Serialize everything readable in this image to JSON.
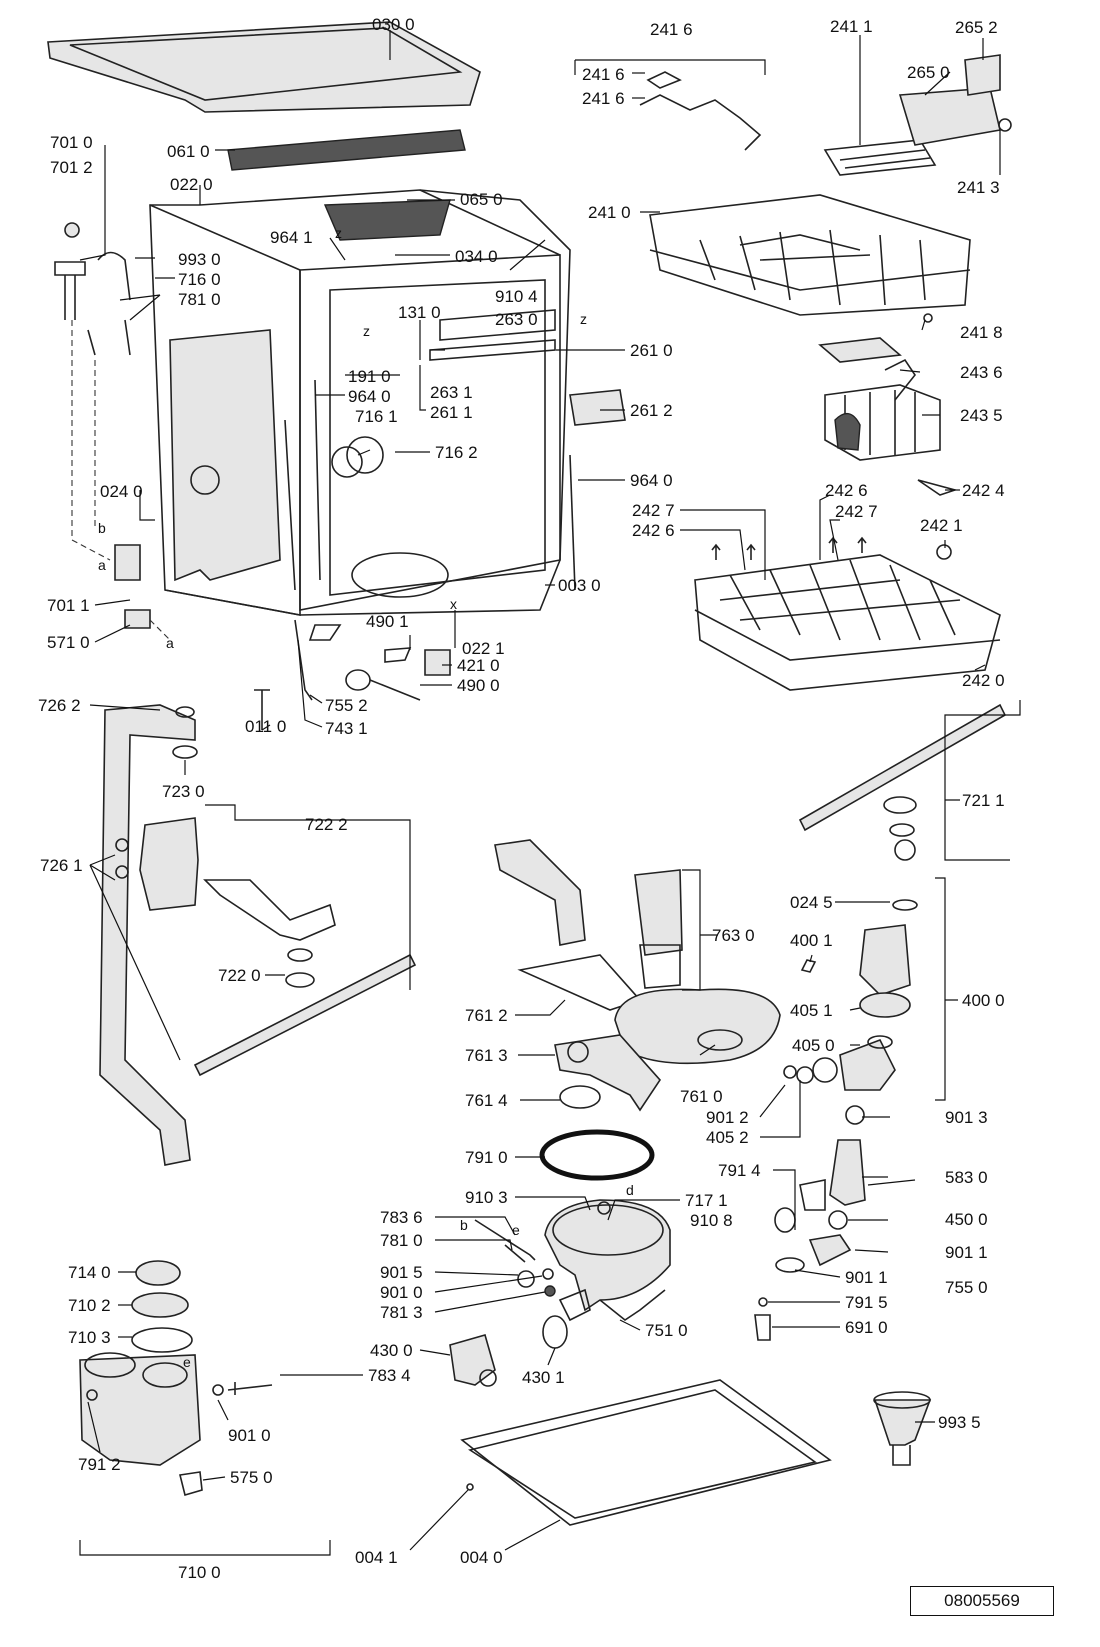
{
  "labels": [
    "030 0",
    "061 0",
    "022 0",
    "065 0",
    "964 1",
    "034 0",
    "910 4",
    "263 0",
    "131 0",
    "701 0",
    "701 2",
    "993 0",
    "716 0",
    "781 0",
    "191 0",
    "964 0",
    "716 1",
    "716 2",
    "263 1",
    "261 1",
    "261 0",
    "261 2",
    "964 0",
    "024 0",
    "003 0",
    "022 1",
    "490 1",
    "421 0",
    "490 0",
    "701 1",
    "571 0",
    "011 0",
    "755 2",
    "743 1",
    "241 6",
    "241 6",
    "241 6",
    "241 1",
    "265 2",
    "265 0",
    "241 3",
    "241 0",
    "241 8",
    "243 6",
    "243 5",
    "242 4",
    "242 7",
    "242 6",
    "242 6",
    "242 7",
    "242 1",
    "242 0",
    "726 2",
    "723 0",
    "722 2",
    "726 1",
    "722 0",
    "721 1",
    "763 0",
    "024 5",
    "400 1",
    "405 1",
    "400 0",
    "405 0",
    "761 2",
    "761 3",
    "761 0",
    "761 4",
    "901 2",
    "405 2",
    "901 3",
    "791 0",
    "791 4",
    "583 0",
    "450 0",
    "910 3",
    "717 1",
    "910 8",
    "901 1",
    "783 6",
    "781 0",
    "755 0",
    "901 5",
    "901 0",
    "901 1",
    "781 3",
    "751 0",
    "791 5",
    "691 0",
    "430 0",
    "430 1",
    "714 0",
    "710 2",
    "710 3",
    "783 4",
    "901 0",
    "791 2",
    "575 0",
    "993 5",
    "710 0",
    "004 1",
    "004 0"
  ],
  "letters": [
    "z",
    "z",
    "z",
    "x",
    "b",
    "a",
    "a",
    "e",
    "b",
    "d",
    "e"
  ],
  "reference": "08005569"
}
